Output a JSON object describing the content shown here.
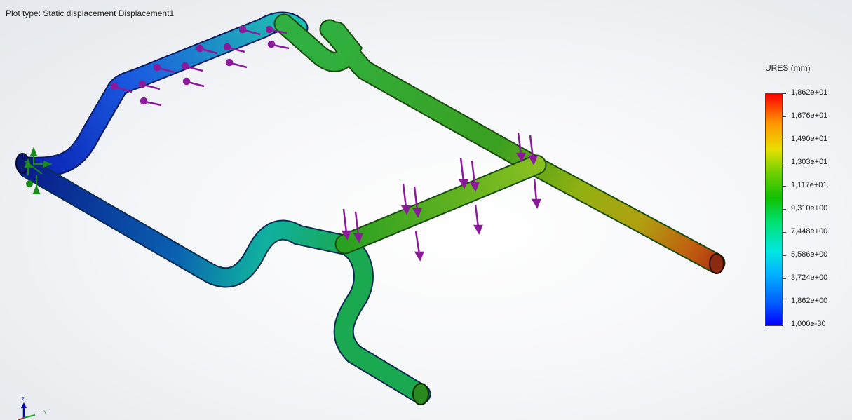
{
  "plot": {
    "prefix": "...",
    "title": "Plot type: Static displacement Displacement1"
  },
  "legend": {
    "title": "URES (mm)",
    "labels": [
      "1,862e+01",
      "1,676e+01",
      "1,490e+01",
      "1,303e+01",
      "1,117e+01",
      "9,310e+00",
      "7,448e+00",
      "5,586e+00",
      "3,724e+00",
      "1,862e+00",
      "1,000e-30"
    ],
    "colors": {
      "max": "#ff0000",
      "high": "#ff9000",
      "mid_high": "#e8e000",
      "mid": "#10c000",
      "low_mid": "#00e8e0",
      "low": "#0060ff",
      "min": "#0000ff"
    }
  },
  "triad": {
    "z_label": "z",
    "y_label": "Y"
  },
  "colors": {
    "load_arrow": "#8b1a9a",
    "fixture": "#1a8a1a"
  }
}
